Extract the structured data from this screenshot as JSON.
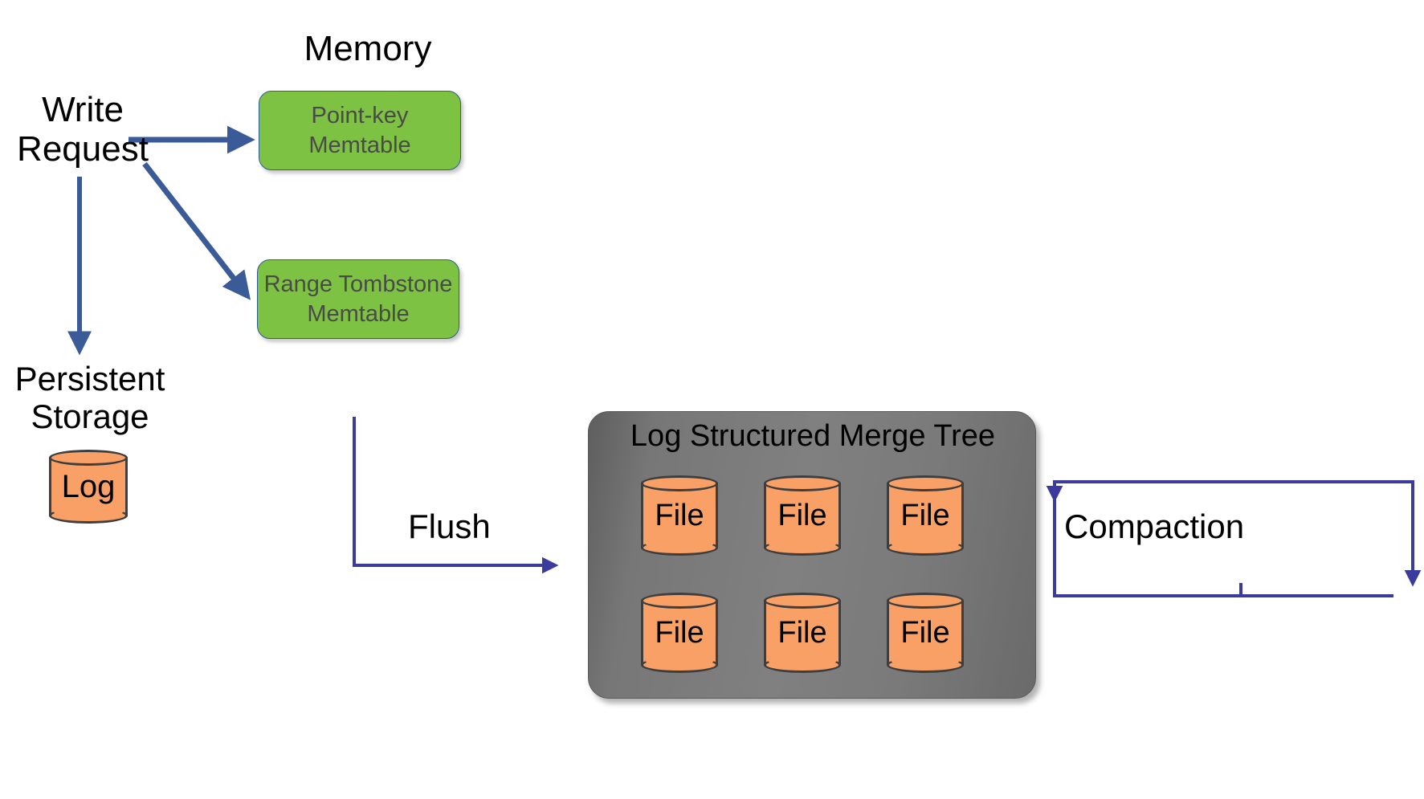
{
  "diagram": {
    "title_memory": "Memory",
    "write_request": "Write\nRequest",
    "persistent_storage": "Persistent\nStorage",
    "flush": "Flush",
    "compaction": "Compaction",
    "lsm_title": "Log Structured Merge Tree",
    "memtables": [
      {
        "name": "point-key-memtable",
        "label": "Point-key\nMemtable"
      },
      {
        "name": "range-tombstone-memtable",
        "label": "Range Tombstone\nMemtable"
      }
    ],
    "log_cylinder": {
      "label": "Log"
    },
    "file_cylinders": [
      {
        "label": "File"
      },
      {
        "label": "File"
      },
      {
        "label": "File"
      },
      {
        "label": "File"
      },
      {
        "label": "File"
      },
      {
        "label": "File"
      }
    ],
    "colors": {
      "memtable_fill": "#7DC242",
      "memtable_border": "#2E5C95",
      "memtable_text": "#4A4A4A",
      "cylinder_fill": "#F9A067",
      "cylinder_border": "#3E3E3E",
      "lsm_fill": "#808080",
      "arrow_thick_blue": "#3B5B98",
      "arrow_thin_blue": "#3B3B9E",
      "text": "#000000",
      "background": "#FFFFFF"
    },
    "arrows": [
      {
        "name": "write-request-to-point-key-memtable",
        "from": "Write Request",
        "to": "Point-key Memtable"
      },
      {
        "name": "write-request-to-range-tombstone-memtable",
        "from": "Write Request",
        "to": "Range Tombstone Memtable"
      },
      {
        "name": "write-request-to-persistent-storage",
        "from": "Write Request",
        "to": "Persistent Storage"
      },
      {
        "name": "flush-arrow",
        "from": "Memtable",
        "to": "Log Structured Merge Tree",
        "label": "Flush"
      },
      {
        "name": "compaction-arrow",
        "from": "Log Structured Merge Tree",
        "to": "Log Structured Merge Tree",
        "label": "Compaction"
      }
    ]
  }
}
